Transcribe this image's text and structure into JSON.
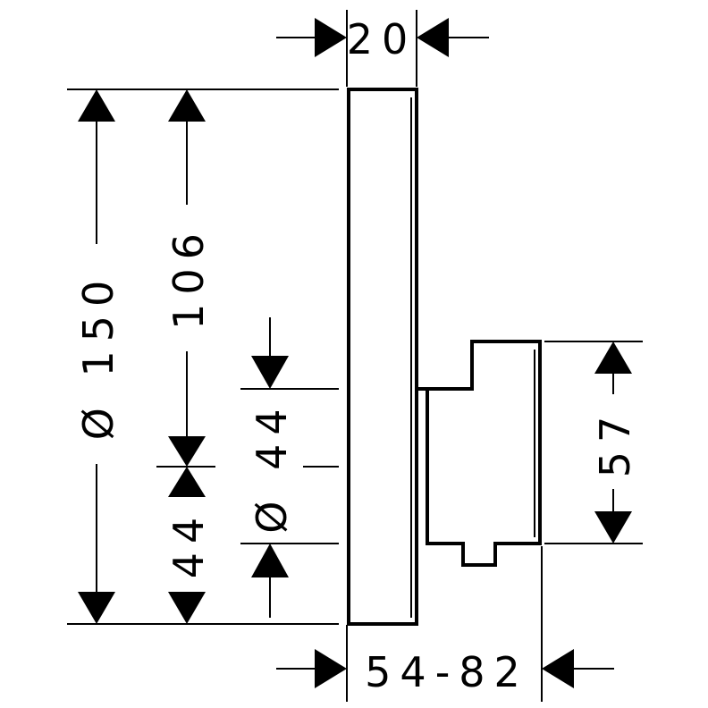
{
  "dimensions": {
    "top_width": "20",
    "bottom_width": "54-82",
    "outer_diameter": "Ø 150",
    "height_upper": "106",
    "height_lower": "44",
    "inner_diameter": "Ø 44",
    "right_height": "57"
  },
  "colors": {
    "line": "#000000",
    "background": "#ffffff"
  }
}
